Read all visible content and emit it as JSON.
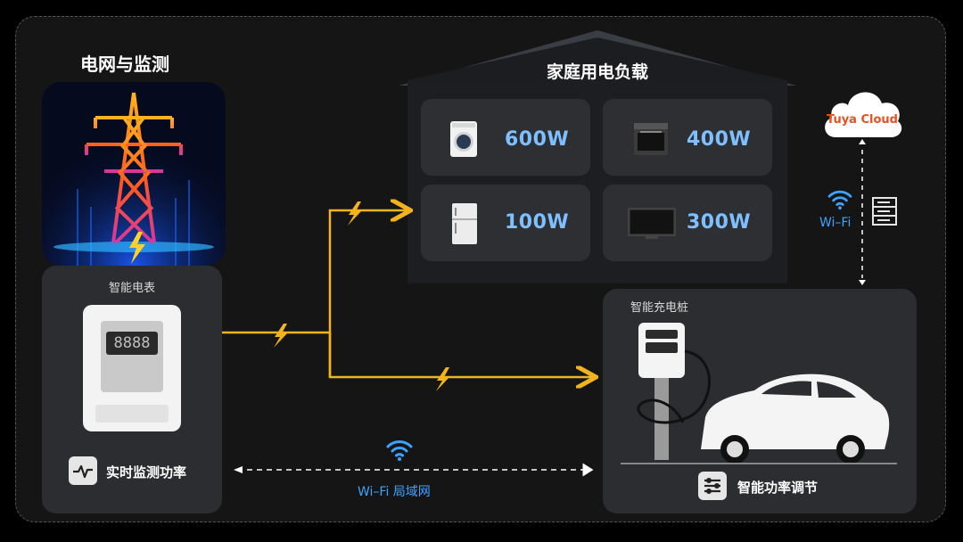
{
  "grid": {
    "title": "电网与监测"
  },
  "meter": {
    "title": "智能电表",
    "display": "8888",
    "feature": "实时监测功率"
  },
  "house": {
    "title": "家庭用电负载",
    "appliances": [
      {
        "icon": "washing-machine-icon",
        "watts": "600W"
      },
      {
        "icon": "oven-icon",
        "watts": "400W"
      },
      {
        "icon": "refrigerator-icon",
        "watts": "100W"
      },
      {
        "icon": "tv-icon",
        "watts": "300W"
      }
    ]
  },
  "cloud": {
    "label": "Tuya Cloud"
  },
  "wifi_right": {
    "label": "Wi–Fi"
  },
  "wifi_lan": {
    "label": "Wi–Fi 局域网"
  },
  "charger": {
    "title": "智能充电桩",
    "feature": "智能功率调节"
  },
  "colors": {
    "flow": "#f2b31c",
    "wifi": "#3ea3ff",
    "watts": "#7ec0ff",
    "panel": "#2c2d30",
    "cloud_text": "#e8501e"
  }
}
